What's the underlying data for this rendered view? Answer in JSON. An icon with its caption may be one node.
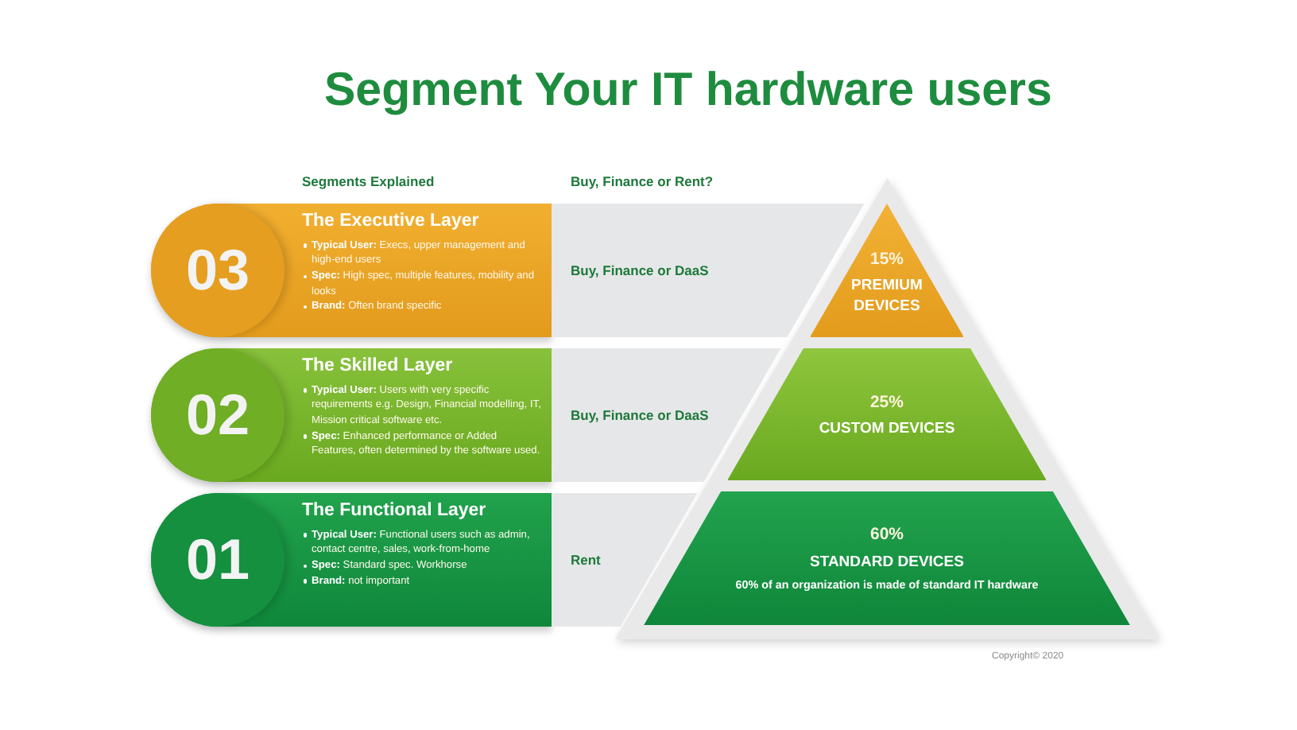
{
  "diagram": {
    "title": "Segment Your IT hardware users",
    "nodes": [
      {
        "text": [
          "The Executive Layer",
          "**Typical User:** Execs, upper management and high-end users",
          "**Spec:** High spec, multiple features, mobility and looks",
          "**Brand:** Often brand specific"
        ]
      },
      {
        "text": [
          "03"
        ],
        "in": 0
      },
      {
        "text": [
          "Buy, Finance or DaaS"
        ]
      },
      {
        "text": [
          "15%",
          "PREMIUM DEVICES"
        ]
      },
      {
        "text": [
          "The Skilled Layer",
          "**Typical User:** Users with very specific requirements e.g. Design, Financial modelling, IT, Mission critical software etc.",
          "**Spec:** Enhanced performance or Added Features, often determined by the software used."
        ]
      },
      {
        "text": [
          "02"
        ],
        "in": 4
      },
      {
        "text": [
          "Buy, Finance or DaaS"
        ]
      },
      {
        "text": [
          "25%",
          "CUSTOM DEVICES"
        ]
      },
      {
        "text": [
          "The Functional Layer",
          "**Typical User:** Functional users such as admin, contact centre, sales, work-from-home",
          "**Spec:** Standard spec. Workhorse",
          "**Brand:** not important"
        ]
      },
      {
        "text": [
          "01"
        ],
        "in": 8
      },
      {
        "text": [
          "Rent"
        ]
      },
      {
        "text": [
          "60%",
          "STANDARD DEVICES",
          "60% of an organization is made of standard IT hardware"
        ]
      }
    ],
    "labels": [
      "Segments Explained",
      "Buy, Finance or Rent?",
      "Copyright© 2020"
    ]
  }
}
